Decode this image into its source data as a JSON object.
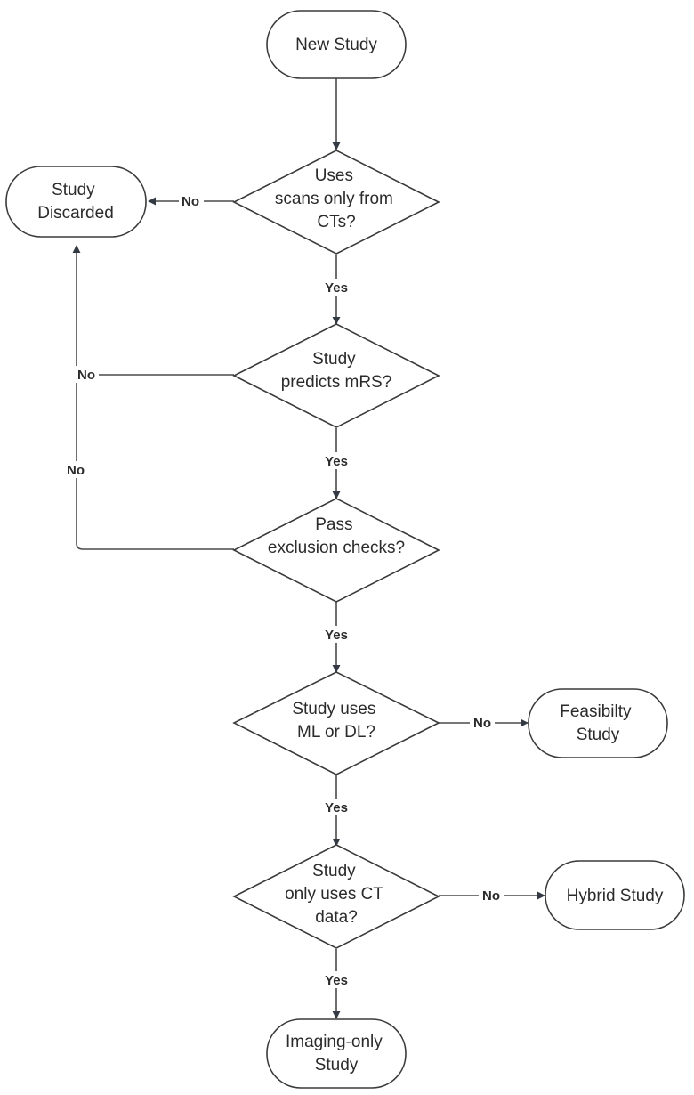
{
  "nodes": {
    "new_study": [
      "New Study"
    ],
    "study_discarded": [
      "Study",
      "Discarded"
    ],
    "uses_ct_scans": [
      "Uses",
      "scans only from",
      "CTs?"
    ],
    "predicts_mrs": [
      "Study",
      "predicts mRS?"
    ],
    "exclusion_checks": [
      "Pass",
      "exclusion checks?"
    ],
    "uses_ml_dl": [
      "Study uses",
      "ML or DL?"
    ],
    "feasibility_study": [
      "Feasibilty",
      "Study"
    ],
    "only_ct_data": [
      "Study",
      "only uses CT",
      "data?"
    ],
    "hybrid_study": [
      "Hybrid Study"
    ],
    "imaging_only_study": [
      "Imaging-only",
      "Study"
    ]
  },
  "edges": {
    "ct_no": "No",
    "ct_yes": "Yes",
    "mrs_no": "No",
    "mrs_yes": "Yes",
    "excl_no": "No",
    "excl_yes": "Yes",
    "ml_no": "No",
    "ml_yes": "Yes",
    "ctdata_no": "No",
    "ctdata_yes": "Yes"
  }
}
